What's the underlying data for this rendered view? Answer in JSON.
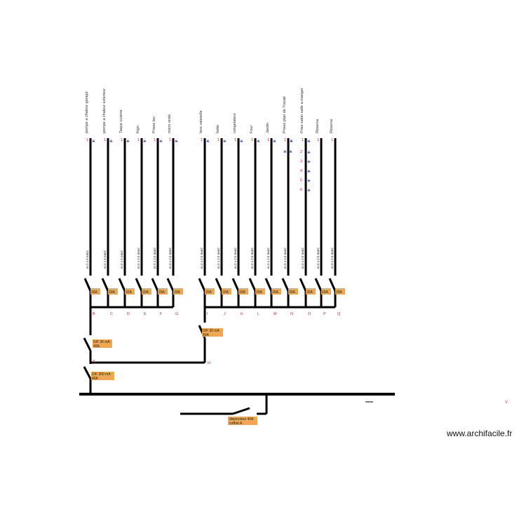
{
  "circuits": [
    {
      "label": "pompe a chaleur garage",
      "rating": "20A",
      "letter": "B",
      "cable": "m 3 x 6 mm2",
      "icon": "socket-icon"
    },
    {
      "label": "pompe a chaleur exterieur",
      "rating": "20A",
      "letter": "C",
      "cable": "m 3 x 6 mm2",
      "icon": "socket-icon"
    },
    {
      "label": "Taque cuisine",
      "rating": "32A",
      "letter": "D",
      "cable": "m 3 x 6 mm2",
      "icon": "socket-icon"
    },
    {
      "label": "frigo",
      "rating": "20A",
      "letter": "E",
      "cable": "m 3 x 2.5 mm2",
      "icon": "socket-icon"
    },
    {
      "label": "Prises lav",
      "rating": "20A",
      "letter": "F",
      "cable": "m 3 x 2.5 mm2",
      "icon": "socket-icon"
    },
    {
      "label": "micro onde",
      "rating": "20A",
      "letter": "G",
      "cable": "m 3 x 2.5 mm2",
      "icon": "socket-icon"
    },
    {
      "label": "lave vaisselle",
      "rating": "20A",
      "letter": "I",
      "cable": "m 3 x 2.5 mm2",
      "icon": "socket-icon"
    },
    {
      "label": "hotte",
      "rating": "20A",
      "letter": "J",
      "cable": "m 3 x 2.5 mm2",
      "icon": "socket-icon"
    },
    {
      "label": "congelateur",
      "rating": "20A",
      "letter": "K",
      "cable": "m 3 x 2.5 mm2",
      "icon": "socket-icon"
    },
    {
      "label": "Four",
      "rating": "20A",
      "letter": "L",
      "cable": "m 3 x 2.5 mm2",
      "icon": "socket-icon"
    },
    {
      "label": "Jardin",
      "rating": "20A",
      "letter": "M",
      "cable": "m 3 x 2.5 mm2",
      "icon": "socket-icon"
    },
    {
      "label": "Prises plan de Travail",
      "rating": "20A",
      "letter": "N",
      "cable": "m 3 x 2.5 mm2",
      "icon": "socket-icon"
    },
    {
      "label": "Prise salon salle a manger",
      "rating": "20A",
      "letter": "O",
      "cable": "m 3 x 2.5 mm2",
      "icon": "socket-icon"
    },
    {
      "label": "Réserve",
      "rating": "20A",
      "letter": "P",
      "cable": "m 3 x 2.5 mm2",
      "icon": "none"
    },
    {
      "label": "Réserve",
      "rating": "20A",
      "letter": "Q",
      "cable": "m 3 x 2.5 mm2",
      "icon": "none"
    }
  ],
  "extra_outlets": [
    "2",
    "3",
    "4",
    "5",
    "6"
  ],
  "differentials": [
    {
      "text": "D/F 30 mA",
      "rating": "40A",
      "letter": "A"
    },
    {
      "text": "D/F 30 mA",
      "rating": "40A",
      "letter": "H"
    },
    {
      "text": "D/F 300 mA",
      "rating": "40A",
      "letter": ""
    }
  ],
  "main_breaker": {
    "line1": "disjoncteur 40A",
    "line2": "coffret A"
  },
  "small_mark": "V",
  "website": "www.archifacile.fr",
  "colors": {
    "line": "#000000",
    "label_bg": "#f0a850",
    "letter": "#d0203a",
    "icon": "#1a2a9a"
  }
}
